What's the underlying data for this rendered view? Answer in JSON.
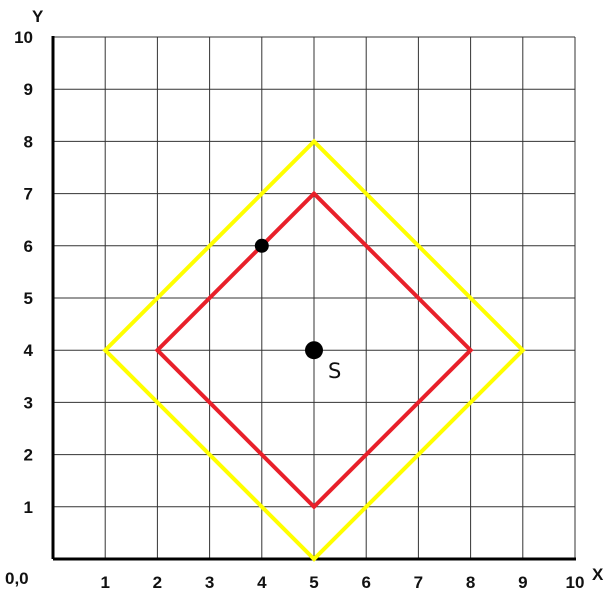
{
  "chart_data": {
    "type": "scatter",
    "grid": true,
    "xlim": [
      0,
      10
    ],
    "ylim": [
      0,
      10
    ],
    "x_axis_label": "X",
    "y_axis_label": "Y",
    "origin_label": "0,0",
    "x_ticks": [
      1,
      2,
      3,
      4,
      5,
      6,
      7,
      8,
      9,
      10
    ],
    "y_ticks": [
      1,
      2,
      3,
      4,
      5,
      6,
      7,
      8,
      9,
      10
    ],
    "shapes": [
      {
        "color": "#ffff00",
        "points": [
          [
            5,
            8
          ],
          [
            9,
            4
          ],
          [
            5,
            0
          ],
          [
            1,
            4
          ]
        ]
      },
      {
        "color": "#e8202a",
        "points": [
          [
            5,
            7
          ],
          [
            8,
            4
          ],
          [
            5,
            1
          ],
          [
            2,
            4
          ]
        ]
      }
    ],
    "points": [
      {
        "label": "S",
        "x": 5,
        "y": 4
      },
      {
        "label": "",
        "x": 4,
        "y": 6
      }
    ]
  }
}
